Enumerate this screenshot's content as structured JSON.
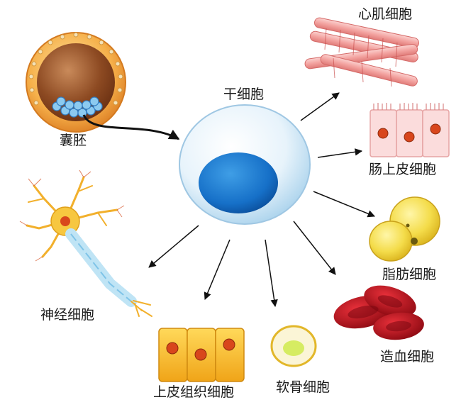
{
  "diagram": {
    "center": "干细胞",
    "source": "囊胚",
    "targets": {
      "cardiac": "心肌细胞",
      "intestinal": "肠上皮细胞",
      "fat": "脂肪细胞",
      "blood": "造血细胞",
      "cartilage": "软骨细胞",
      "epithelial": "上皮组织细胞",
      "nerve": "神经细胞"
    }
  }
}
